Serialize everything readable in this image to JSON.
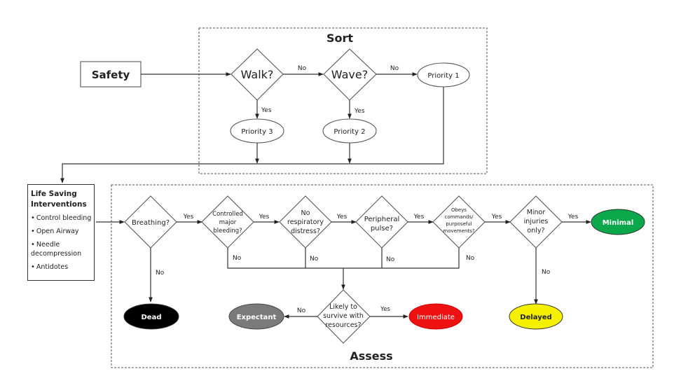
{
  "sections": {
    "sort_title": "Sort",
    "assess_title": "Assess"
  },
  "safety": {
    "label": "Safety"
  },
  "sort": {
    "walk": "Walk?",
    "wave": "Wave?",
    "priority_1": "Priority 1",
    "priority_2": "Priority 2",
    "priority_3": "Priority 3"
  },
  "edges": {
    "yes": "Yes",
    "no": "No"
  },
  "life_saving": {
    "title_line1": "Life Saving",
    "title_line2": "Interventions",
    "items": [
      "Control bleeding",
      "Open Airway",
      "Needle decompression",
      "Antidotes"
    ]
  },
  "assess": {
    "breathing": [
      "Breathing?"
    ],
    "bleeding": [
      "Controlled",
      "major",
      "bleeding?"
    ],
    "respiratory": [
      "No",
      "respiratory",
      "distress?"
    ],
    "pulse": [
      "Peripheral",
      "pulse?"
    ],
    "obeys": [
      "Obeys",
      "commands/",
      "purposeful",
      "movements?"
    ],
    "minor": [
      "Minor",
      "injuries",
      "only?"
    ],
    "likely": [
      "Likely to",
      "survive with",
      "resources?"
    ]
  },
  "outcomes": {
    "dead": {
      "label": "Dead",
      "color": "#000000"
    },
    "expectant": {
      "label": "Expectant",
      "color": "#7a7a7a"
    },
    "immediate": {
      "label": "Immediate",
      "color": "#ee1111"
    },
    "delayed": {
      "label": "Delayed",
      "color": "#f4f000"
    },
    "minimal": {
      "label": "Minimal",
      "color": "#0aa84a"
    }
  }
}
